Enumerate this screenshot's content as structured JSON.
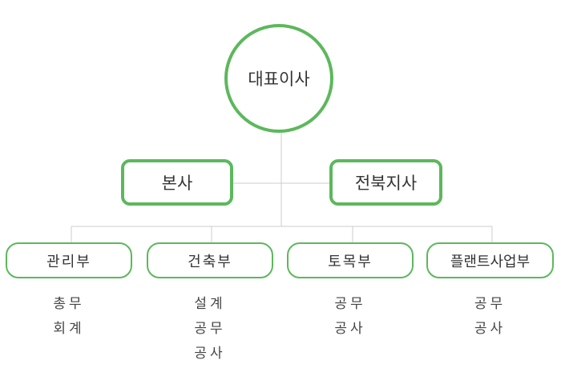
{
  "chart": {
    "ceo": "대표이사",
    "branches": [
      "본사",
      "전북지사"
    ],
    "departments": [
      {
        "name": "관리부",
        "tasks": [
          "총무",
          "회계"
        ]
      },
      {
        "name": "건축부",
        "tasks": [
          "설계",
          "공무",
          "공사"
        ]
      },
      {
        "name": "토목부",
        "tasks": [
          "공무",
          "공사"
        ]
      },
      {
        "name": "플랜트사업부",
        "tasks": [
          "공무",
          "공사"
        ]
      }
    ]
  },
  "colors": {
    "accent": "#5cb85c",
    "connector": "#cccccc",
    "text": "#333333"
  }
}
